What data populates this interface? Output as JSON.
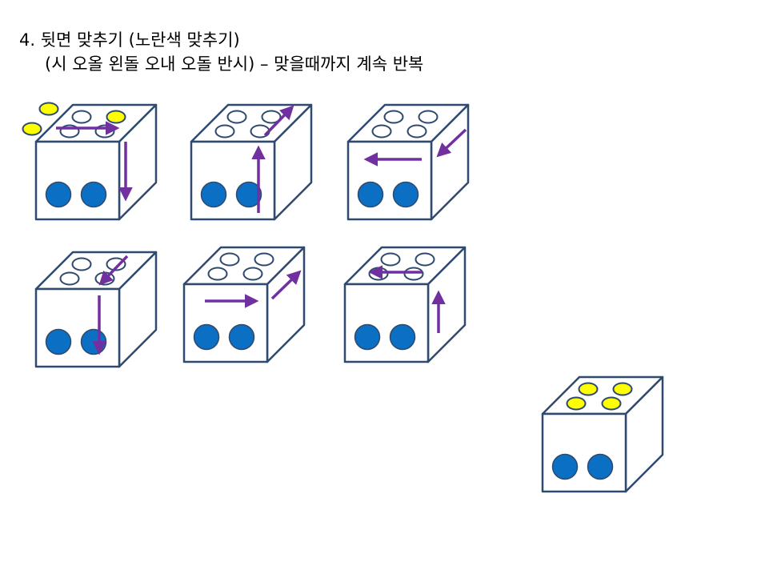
{
  "slide": {
    "title": "4. 뒷면 맞추기 (노란색 맞추기)",
    "subtitle": "(시 오올 왼돌 오내 오돌 반시) – 맞을때까지 계속 반복"
  },
  "colors": {
    "outline": "#2F4A6E",
    "face": "#FFFFFF",
    "blue_dot": "#0B6FC4",
    "yellow_dot": "#FFFF00",
    "arrow": "#7030A0"
  },
  "cubes": [
    {
      "id": "cube-step-1",
      "top": [
        "white",
        "yellow",
        "white",
        "white"
      ],
      "outside_yellow": 2,
      "arrows": [
        "front-right-to-left-arrow",
        "right-face-down-arrow"
      ]
    },
    {
      "id": "cube-step-2",
      "top": [
        "white",
        "white",
        "white",
        "white"
      ],
      "arrows": [
        "front-up-arrow"
      ]
    },
    {
      "id": "cube-step-3",
      "top": [
        "white",
        "white",
        "white",
        "white"
      ],
      "arrows": [
        "right-down-left-arrow",
        "front-left-arrow"
      ]
    },
    {
      "id": "cube-step-4",
      "top": [
        "white",
        "white",
        "white",
        "white"
      ],
      "arrows": [
        "top-down-left-arrow",
        "front-down-arrow"
      ]
    },
    {
      "id": "cube-step-5",
      "top": [
        "white",
        "white",
        "white",
        "white"
      ],
      "arrows": [
        "front-right-arrow",
        "right-up-arrow"
      ]
    },
    {
      "id": "cube-step-6",
      "top": [
        "white",
        "white",
        "white",
        "white"
      ],
      "arrows": [
        "top-left-arrow",
        "right-up-arrow"
      ]
    },
    {
      "id": "cube-result",
      "top": [
        "yellow",
        "yellow",
        "yellow",
        "yellow"
      ],
      "arrows": []
    }
  ]
}
